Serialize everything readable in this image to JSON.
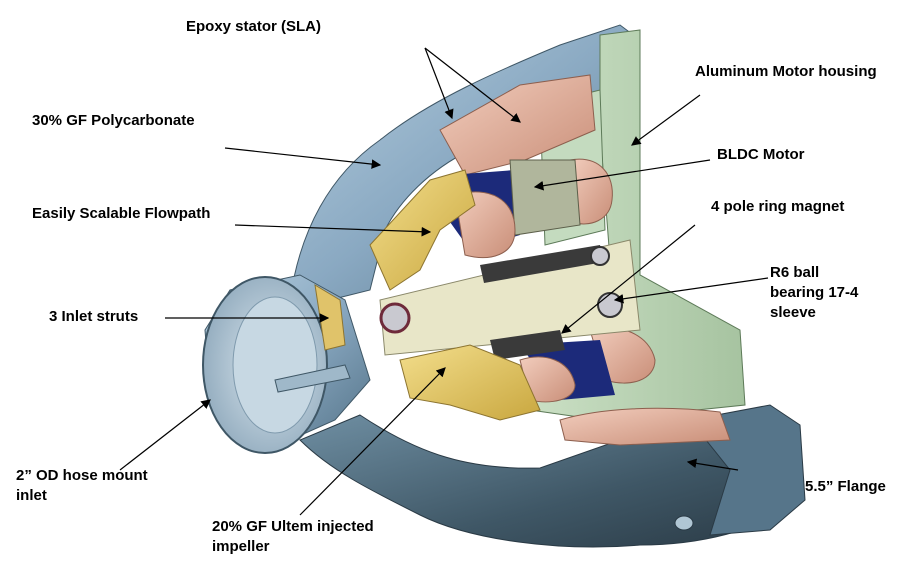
{
  "labels": {
    "epoxy_stator": "Epoxy stator (SLA)",
    "aluminum_housing": "Aluminum Motor housing",
    "polycarbonate": "30% GF Polycarbonate",
    "bldc_motor": "BLDC Motor",
    "flowpath": "Easily Scalable Flowpath",
    "ring_magnet": "4 pole ring magnet",
    "bearing_line1": "R6 ball",
    "bearing_line2": "bearing 17-4",
    "bearing_line3": "sleeve",
    "inlet_struts": "3 Inlet struts",
    "hose_inlet_line1": "2” OD hose mount",
    "hose_inlet_line2": "inlet",
    "flange": "5.5” Flange",
    "impeller_line1": "20% GF Ultem injected",
    "impeller_line2": "impeller"
  },
  "colors": {
    "housing_blue": "#8aa9c2",
    "housing_dark": "#3f5766",
    "motor_green": "#b9d3b3",
    "stator_pink": "#e2b6a4",
    "impeller_yellow": "#e4c86a",
    "shaft_cream": "#e8e6c8",
    "winding_navy": "#1c2a7a"
  }
}
